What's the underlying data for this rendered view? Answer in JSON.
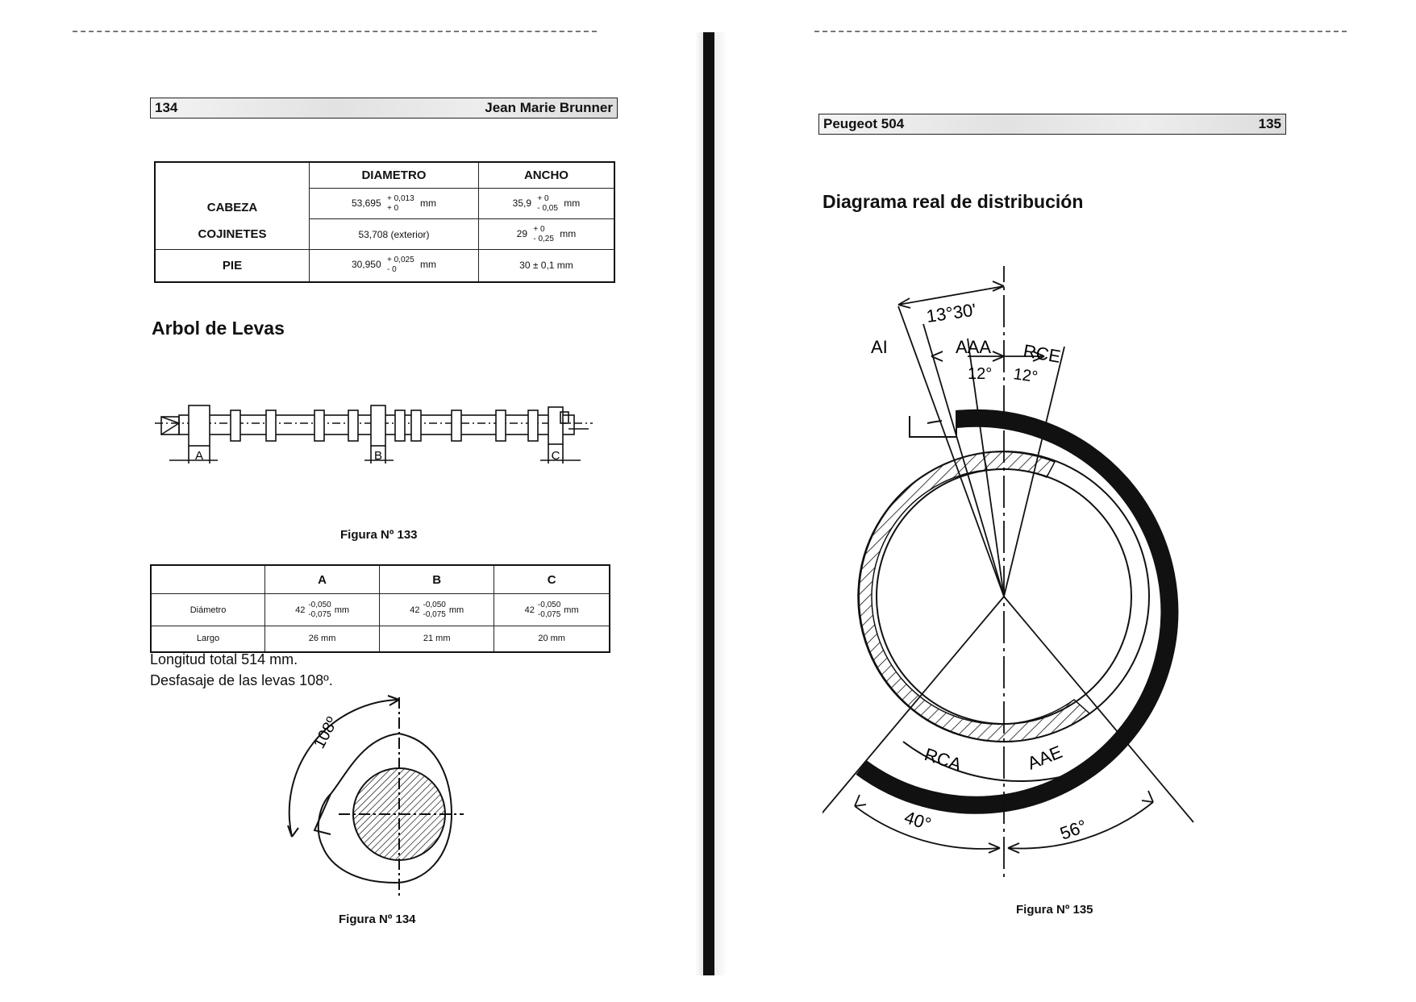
{
  "left_page": {
    "page_number": "134",
    "running_head": "Jean Marie Brunner",
    "spec_table": {
      "col_diametro": "DIAMETRO",
      "col_ancho": "ANCHO",
      "row_cabeza": "CABEZA",
      "row_cojinetes": "COJINETES",
      "row_pie": "PIE",
      "cabeza_diam_base": "53,695",
      "cabeza_diam_tol_up": "+ 0,013",
      "cabeza_diam_tol_down": "+ 0",
      "cabeza_diam_unit": "mm",
      "cabeza_ancho_base": "35,9",
      "cabeza_ancho_tol_up": "+ 0",
      "cabeza_ancho_tol_down": "- 0,05",
      "cabeza_ancho_unit": "mm",
      "cojinetes_diam": "53,708 (exterior)",
      "cojinetes_ancho_base": "29",
      "cojinetes_ancho_tol_up": "+ 0",
      "cojinetes_ancho_tol_down": "- 0,25",
      "cojinetes_ancho_unit": "mm",
      "pie_diam_base": "30,950",
      "pie_diam_tol_up": "+ 0,025",
      "pie_diam_tol_down": "- 0",
      "pie_diam_unit": "mm",
      "pie_ancho": "30 ± 0,1 mm"
    },
    "section_title": "Arbol de Levas",
    "fig133_label": "Figura Nº 133",
    "fig133_markers": [
      "A",
      "B",
      "C"
    ],
    "cam_table": {
      "col_a": "A",
      "col_b": "B",
      "col_c": "C",
      "row_diametro": "Diámetro",
      "row_largo": "Largo",
      "diam_base": "42",
      "diam_tol_up": "-0,050",
      "diam_tol_down": "-0,075",
      "diam_unit": "mm",
      "largo_a": "26 mm",
      "largo_b": "21 mm",
      "largo_c": "20 mm"
    },
    "longitud": "Longitud total 514 mm.",
    "desfasaje": "Desfasaje de las levas 108º.",
    "fig134_angle": "108º",
    "fig134_label": "Figura Nº 134"
  },
  "right_page": {
    "running_head": "Peugeot 504",
    "page_number": "135",
    "section_title": "Diagrama real de distribución",
    "diagram": {
      "angle_top": "13°30'",
      "label_ai": "AI",
      "label_aaa": "AAA",
      "label_rce": "RCE",
      "angle_aaa": "12°",
      "angle_rce": "12°",
      "label_rca": "RCA",
      "label_aae": "AAE",
      "angle_bottom_left": "40°",
      "angle_bottom_right": "56°"
    },
    "fig135_label": "Figura Nº 135"
  }
}
